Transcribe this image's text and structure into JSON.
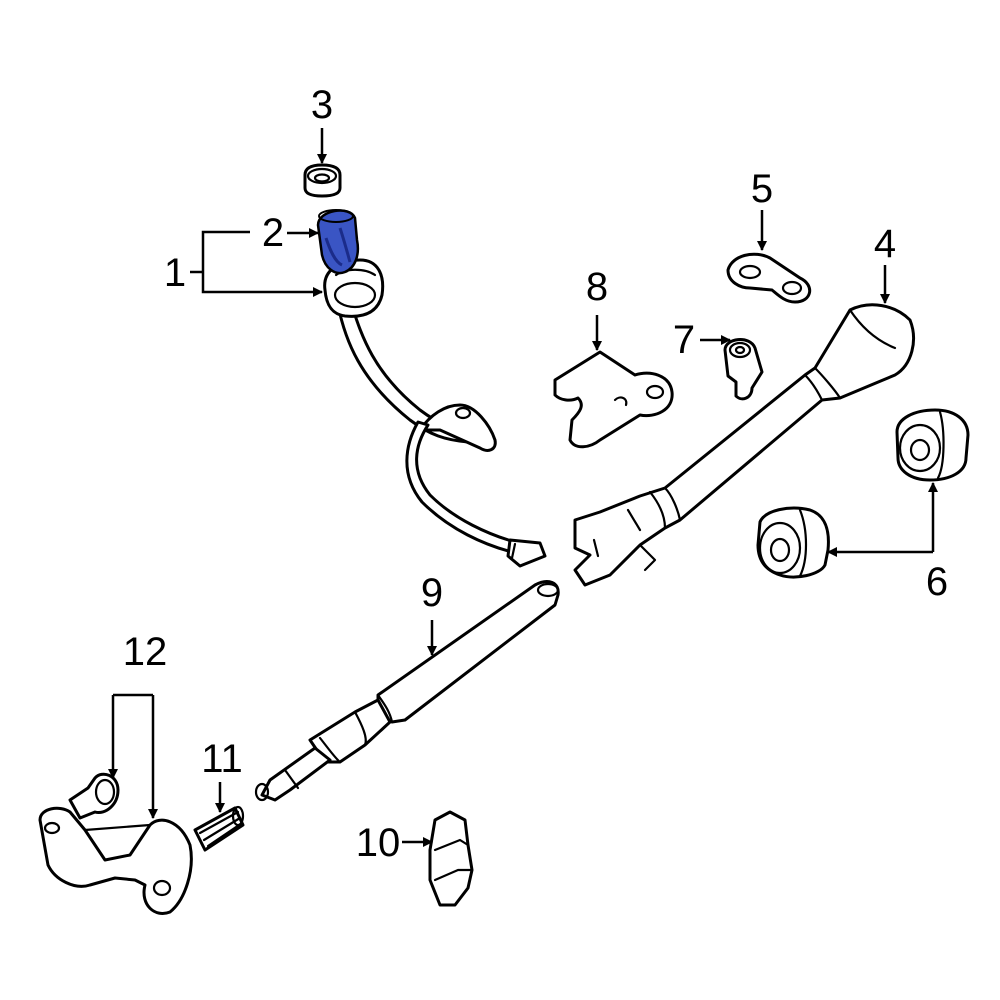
{
  "colors": {
    "highlight": "#3A55C4",
    "highlight_shade": "#1B2C8A",
    "line": "#000000",
    "background": "#ffffff"
  },
  "callouts": {
    "c1": "1",
    "c2": "2",
    "c3": "3",
    "c4": "4",
    "c5": "5",
    "c6": "6",
    "c7": "7",
    "c8": "8",
    "c9": "9",
    "c10": "10",
    "c11": "11",
    "c12": "12"
  }
}
